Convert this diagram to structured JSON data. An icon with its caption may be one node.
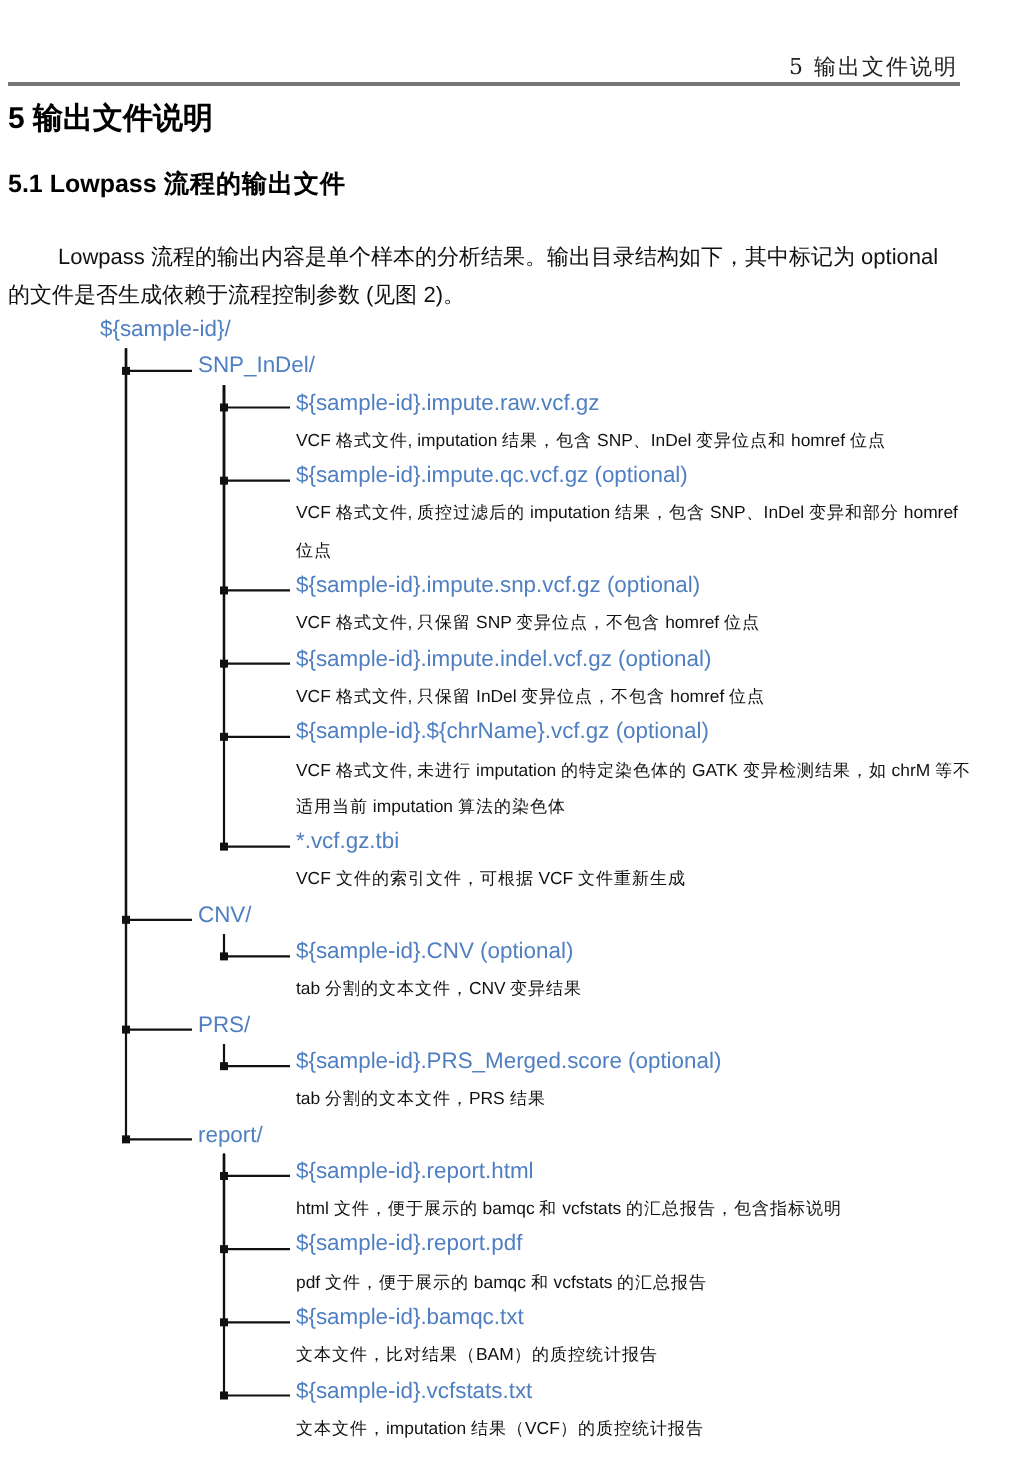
{
  "diagram": {
    "title": "5 输出文件说明",
    "nodes": [
      {
        "text": [
          "${sample-id}/"
        ]
      },
      {
        "text": [
          "SNP_InDel/"
        ]
      },
      {
        "text": [
          "${sample-id}.impute.raw.vcf.gz"
        ],
        "beside": [
          "VCF 格式文件, imputation 结果，包含 SNP、InDel 变异位点和 homref 位点"
        ]
      },
      {
        "text": [
          "${sample-id}.impute.qc.vcf.gz (optional)"
        ],
        "beside": [
          "VCF 格式文件, 质控过滤后的 imputation 结果，包含 SNP、InDel 变异和部分 homref 位点"
        ]
      },
      {
        "text": [
          "${sample-id}.impute.snp.vcf.gz (optional)"
        ],
        "beside": [
          "VCF 格式文件, 只保留 SNP 变异位点，不包含 homref 位点"
        ]
      },
      {
        "text": [
          "${sample-id}.impute.indel.vcf.gz (optional)"
        ],
        "beside": [
          "VCF 格式文件, 只保留 InDel 变异位点，不包含 homref 位点"
        ]
      },
      {
        "text": [
          "${sample-id}.${chrName}.vcf.gz (optional)"
        ],
        "beside": [
          "VCF 格式文件, 未进行 imputation 的特定染色体的 GATK 变异检测结果，如 chrM 等不适用当前 imputation 算法的染色体"
        ]
      },
      {
        "text": [
          "*.vcf.gz.tbi"
        ],
        "beside": [
          "VCF 文件的索引文件，可根据 VCF 文件重新生成"
        ]
      },
      {
        "text": [
          "CNV/"
        ]
      },
      {
        "text": [
          "${sample-id}.CNV (optional)"
        ],
        "beside": [
          "tab 分割的文本文件，CNV 变异结果"
        ]
      },
      {
        "text": [
          "PRS/"
        ]
      },
      {
        "text": [
          "${sample-id}.PRS_Merged.score (optional)"
        ],
        "beside": [
          "tab 分割的文本文件，PRS 结果"
        ]
      },
      {
        "text": [
          "report/"
        ]
      },
      {
        "text": [
          "${sample-id}.report.html"
        ],
        "beside": [
          "html 文件，便于展示的 bamqc 和 vcfstats 的汇总报告，包含指标说明"
        ]
      },
      {
        "text": [
          "${sample-id}.report.pdf"
        ],
        "beside": [
          "pdf 文件，便于展示的 bamqc 和 vcfstats 的汇总报告"
        ]
      },
      {
        "text": [
          "${sample-id}.bamqc.txt"
        ],
        "beside": [
          "文本文件，比对结果（BAM）的质控统计报告"
        ]
      },
      {
        "text": [
          "${sample-id}.vcfstats.txt"
        ],
        "beside": [
          "文本文件，imputation 结果（VCF）的质控统计报告"
        ]
      }
    ],
    "edges": [
      {
        "from": 0,
        "to": 1,
        "arrow": "none"
      },
      {
        "from": 1,
        "to": 2,
        "arrow": "none"
      },
      {
        "from": 1,
        "to": 3,
        "arrow": "none"
      },
      {
        "from": 1,
        "to": 4,
        "arrow": "none"
      },
      {
        "from": 1,
        "to": 5,
        "arrow": "none"
      },
      {
        "from": 1,
        "to": 6,
        "arrow": "none"
      },
      {
        "from": 1,
        "to": 7,
        "arrow": "none"
      },
      {
        "from": 0,
        "to": 8,
        "arrow": "none"
      },
      {
        "from": 8,
        "to": 9,
        "arrow": "none"
      },
      {
        "from": 0,
        "to": 10,
        "arrow": "none"
      },
      {
        "from": 10,
        "to": 11,
        "arrow": "none"
      },
      {
        "from": 0,
        "to": 12,
        "arrow": "none"
      },
      {
        "from": 12,
        "to": 13,
        "arrow": "none"
      },
      {
        "from": 12,
        "to": 14,
        "arrow": "none"
      },
      {
        "from": 12,
        "to": 15,
        "arrow": "none"
      },
      {
        "from": 12,
        "to": 16,
        "arrow": "none"
      }
    ],
    "labels": [
      "5 输出文件说明",
      "5.1 Lowpass 流程的输出文件",
      "Lowpass 流程的输出内容是单个样本的分析结果。输出目录结构如下，其中标记为 optional 的文件是否生成依赖于流程控制参数 (见图 2)。"
    ]
  }
}
